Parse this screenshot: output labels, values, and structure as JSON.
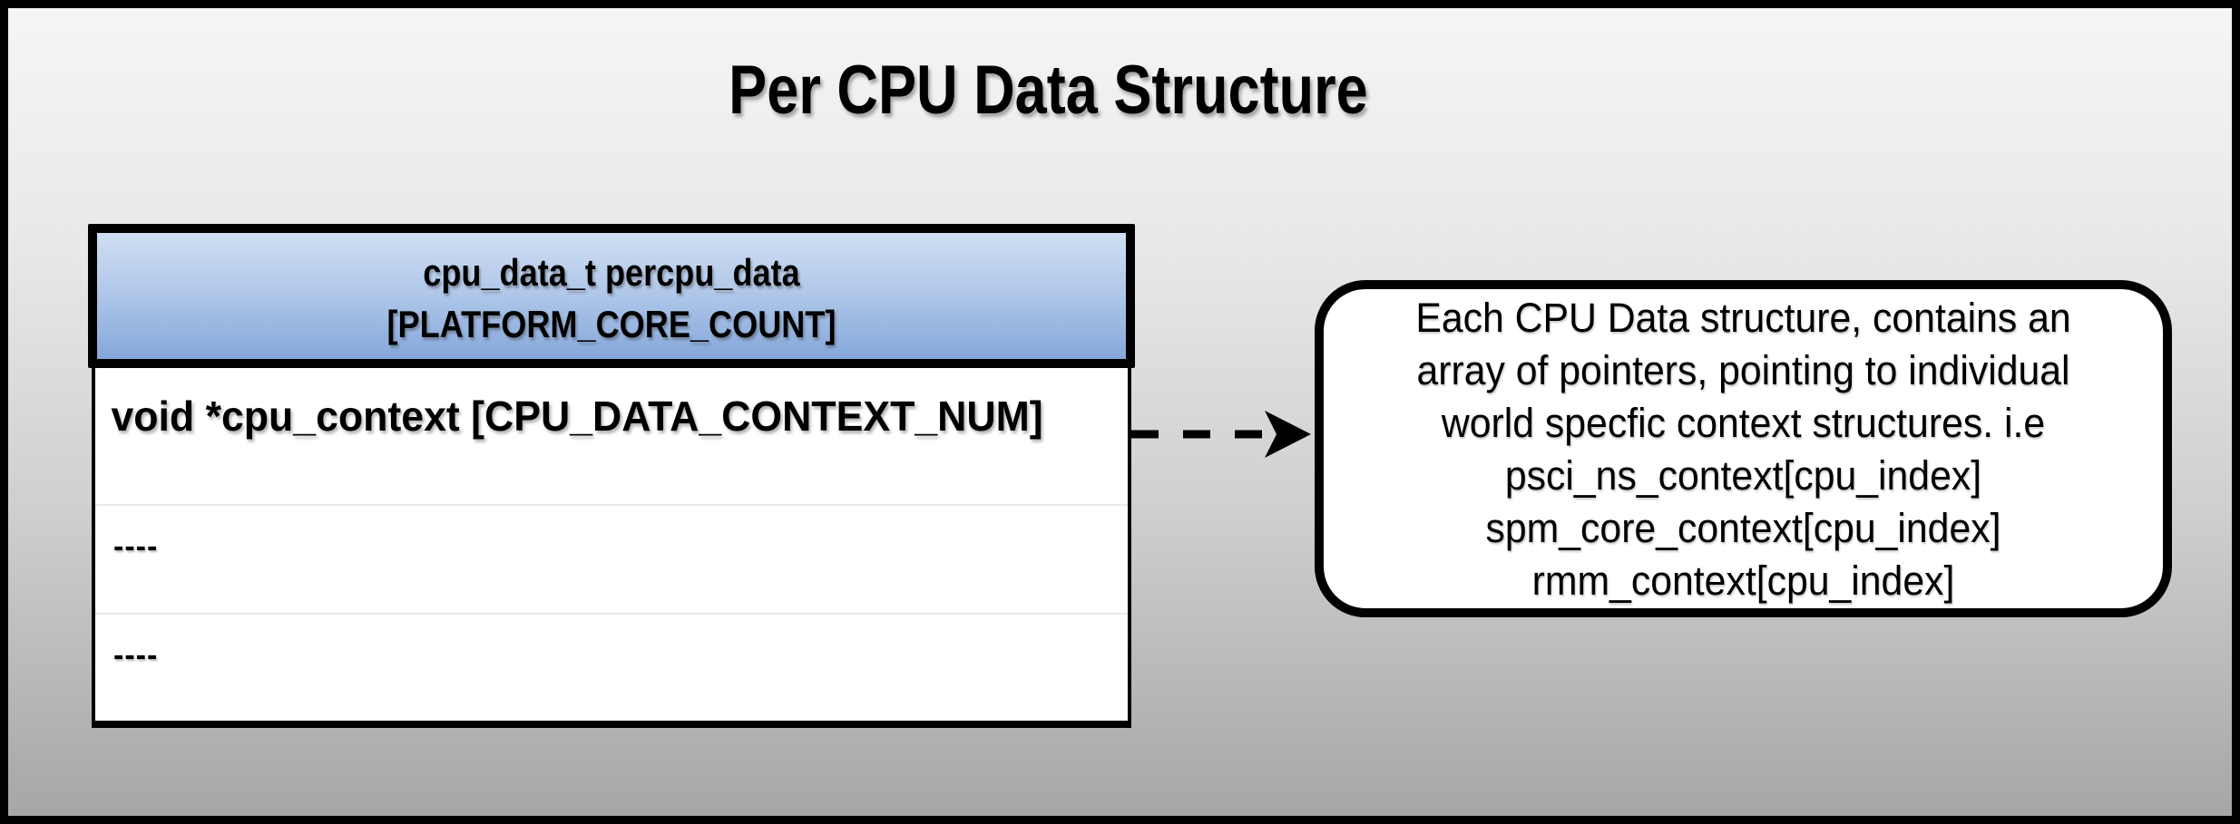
{
  "title": "Per CPU Data Structure",
  "table": {
    "header_lines": [
      "cpu_data_t percpu_data",
      "[PLATFORM_CORE_COUNT]"
    ],
    "rows": [
      "void *cpu_context [CPU_DATA_CONTEXT_NUM]",
      "----",
      "----"
    ]
  },
  "connector": {
    "type": "dashed-arrow",
    "direction": "right"
  },
  "callout": {
    "lines": [
      "Each CPU Data structure, contains an",
      "array of pointers, pointing to individual",
      "world specfic context structures. i.e",
      "psci_ns_context[cpu_index]",
      "spm_core_context[cpu_index]",
      "rmm_context[cpu_index]"
    ]
  },
  "colors": {
    "frame_border": "#000000",
    "bg_top": "#f5f5f5",
    "bg_bottom": "#a6a6a6",
    "header_grad_top": "#cfdff3",
    "header_grad_bottom": "#84a7da",
    "table_bg": "#ffffff",
    "row_divider": "#e9e9e9",
    "callout_bg": "#ffffff",
    "text": "#000000"
  }
}
